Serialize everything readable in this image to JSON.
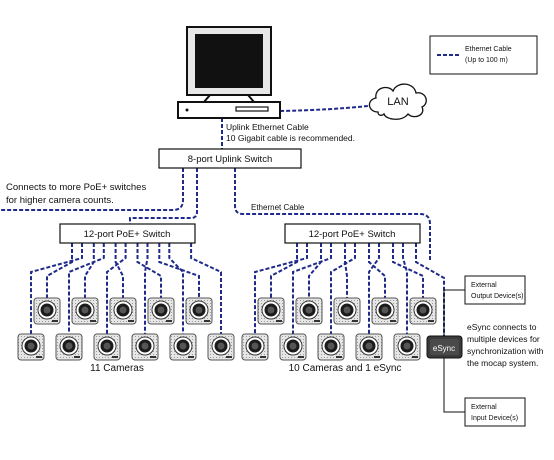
{
  "legend": {
    "label_line1": "Ethernet Cable",
    "label_line2": "(Up to 100 m)",
    "cable_color": "#1f2a8a"
  },
  "lan": {
    "label": "LAN"
  },
  "uplink_note": {
    "line1": "Uplink Ethernet Cable",
    "line2": "10 Gigabit cable is recommended."
  },
  "uplink_switch": {
    "label": "8-port Uplink Switch"
  },
  "more_switches": {
    "line1": "Connects to more PoE+ switches",
    "line2": "for higher camera counts."
  },
  "ethernet_cable_label": "Ethernet Cable",
  "left_switch": {
    "label": "12-port PoE+ Switch",
    "caption": "11 Cameras"
  },
  "right_switch": {
    "label": "12-port PoE+ Switch",
    "caption": "10 Cameras and 1 eSync"
  },
  "esync": {
    "label": "eSync",
    "description": [
      "eSync connects to",
      "multiple devices for",
      "synchronization with",
      "the mocap system."
    ]
  },
  "external_output": {
    "line1": "External",
    "line2": "Output Device(s)"
  },
  "external_input": {
    "line1": "External",
    "line2": "Input Device(s)"
  }
}
